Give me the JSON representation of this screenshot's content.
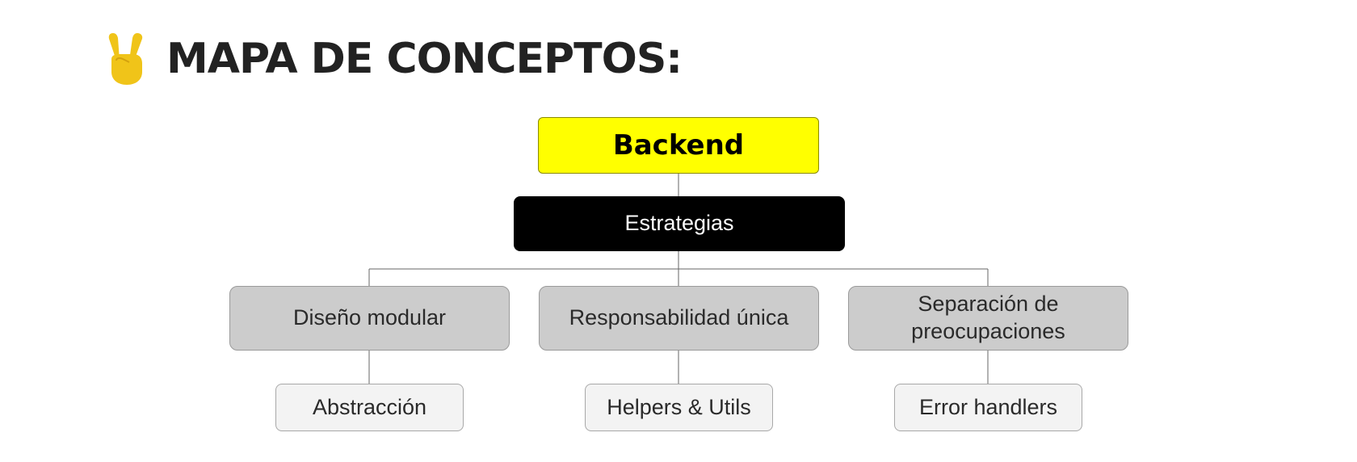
{
  "header": {
    "icon": "victory-hand-icon",
    "title": "MAPA DE CONCEPTOS:"
  },
  "colors": {
    "root_fill": "#ffff00",
    "strategy_fill": "#000000",
    "concept_fill": "#cccccc",
    "tool_fill": "#f3f3f3",
    "icon_yellow": "#f0c419"
  },
  "diagram": {
    "root": "Backend",
    "strategy": "Estrategias",
    "concepts": [
      {
        "label": "Diseño modular",
        "child": "Abstracción"
      },
      {
        "label": "Responsabilidad única",
        "child": "Helpers & Utils"
      },
      {
        "label": "Separación de preocupaciones",
        "child": "Error handlers"
      }
    ]
  }
}
